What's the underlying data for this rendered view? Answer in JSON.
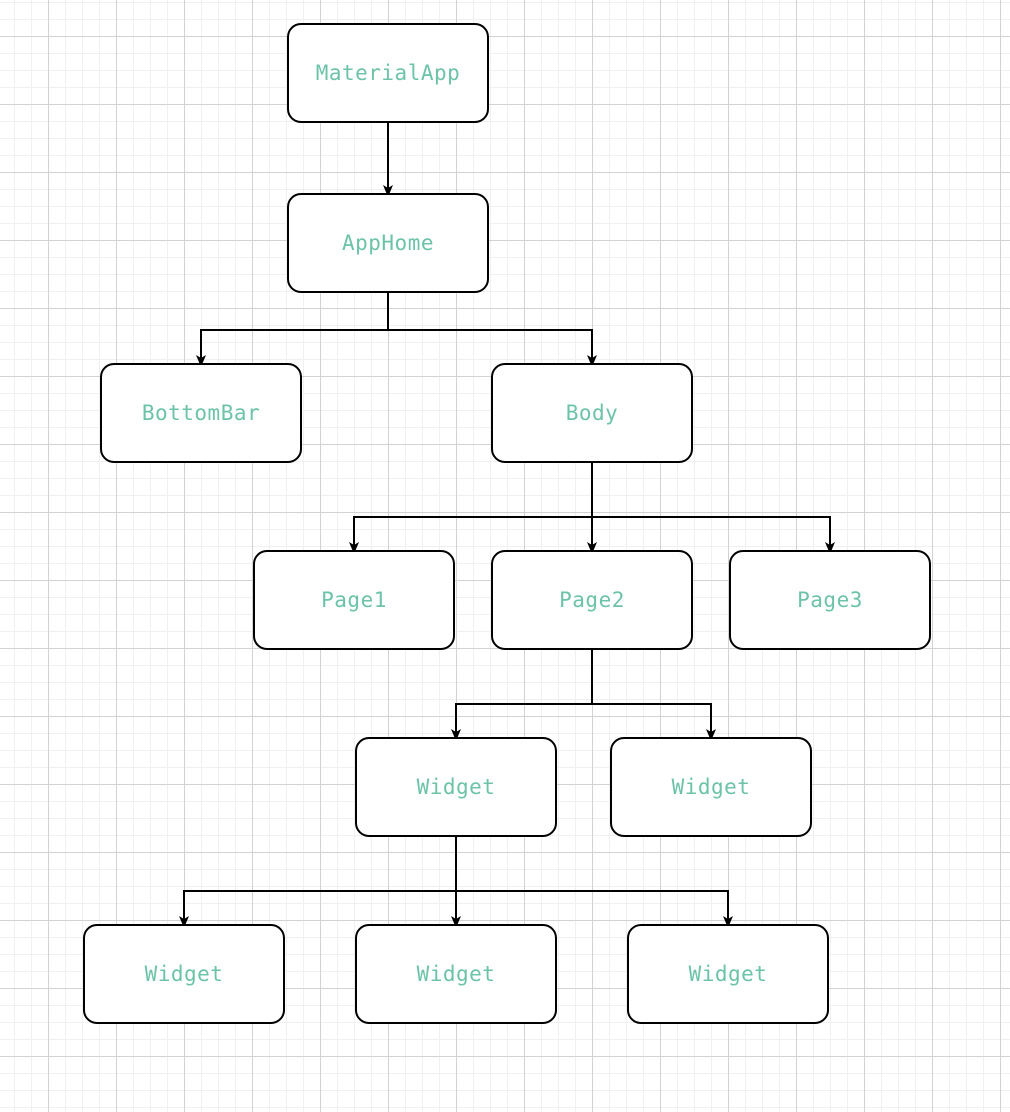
{
  "diagram": {
    "colors": {
      "node_text": "#6cc3a8",
      "node_border": "#000000",
      "edge": "#000000"
    },
    "nodes": [
      {
        "id": "materialapp",
        "label": "MaterialApp"
      },
      {
        "id": "apphome",
        "label": "AppHome"
      },
      {
        "id": "bottombar",
        "label": "BottomBar"
      },
      {
        "id": "body",
        "label": "Body"
      },
      {
        "id": "page1",
        "label": "Page1"
      },
      {
        "id": "page2",
        "label": "Page2"
      },
      {
        "id": "page3",
        "label": "Page3"
      },
      {
        "id": "widget1",
        "label": "Widget"
      },
      {
        "id": "widget2",
        "label": "Widget"
      },
      {
        "id": "widget3",
        "label": "Widget"
      },
      {
        "id": "widget4",
        "label": "Widget"
      },
      {
        "id": "widget5",
        "label": "Widget"
      }
    ],
    "edges": [
      {
        "from": "materialapp",
        "to": "apphome"
      },
      {
        "from": "apphome",
        "to": "bottombar"
      },
      {
        "from": "apphome",
        "to": "body"
      },
      {
        "from": "body",
        "to": "page1"
      },
      {
        "from": "body",
        "to": "page2"
      },
      {
        "from": "body",
        "to": "page3"
      },
      {
        "from": "page2",
        "to": "widget1"
      },
      {
        "from": "page2",
        "to": "widget2"
      },
      {
        "from": "widget1",
        "to": "widget3"
      },
      {
        "from": "widget1",
        "to": "widget4"
      },
      {
        "from": "widget1",
        "to": "widget5"
      }
    ]
  }
}
